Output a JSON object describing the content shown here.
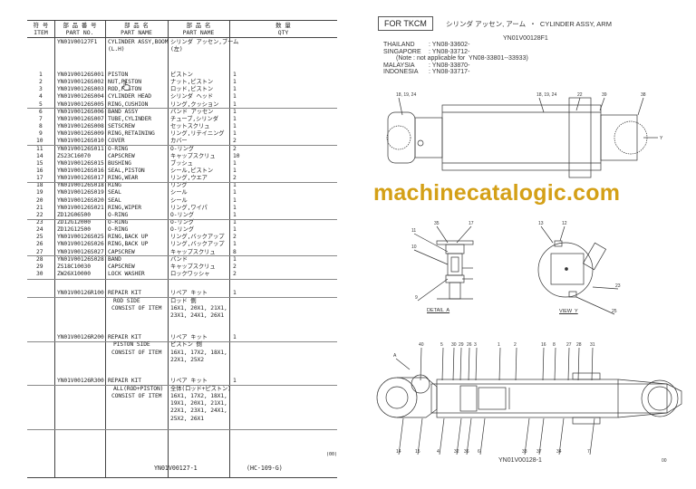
{
  "left_page": {
    "headers": {
      "item_jp": "符 号",
      "item": "ITEM",
      "part_no_jp": "部 品 番 号",
      "part_no": "PART NO.",
      "name_jp": "部 品 名",
      "name": "PART NAME",
      "name2_jp": "部 品 名",
      "name2": "PART NAME",
      "qty_jp": "数 量",
      "qty": "QTY"
    },
    "assembly": {
      "part_no": "YN01V00127F1",
      "name": "CYLINDER ASSY,BOOM",
      "name_sub": "(L.H)",
      "jp": "シリンダ アッセン,ブーム",
      "jp_sub": "(左)"
    },
    "parts": [
      {
        "item": "1",
        "part_no": "YN01V00126S001",
        "name": "PISTON",
        "jp": "ピストン",
        "qty": "1"
      },
      {
        "item": "2",
        "part_no": "YN01V00126S002",
        "name": "NUT,PISTON",
        "jp": "ナット,ピストン",
        "qty": "1"
      },
      {
        "item": "3",
        "part_no": "YN01V00126S003",
        "name": "ROD,PISTON",
        "jp": "ロッド,ピストン",
        "qty": "1"
      },
      {
        "item": "4",
        "part_no": "YN01V00126S004",
        "name": "CYLINDER HEAD",
        "jp": "シリンダ ヘッド",
        "qty": "1"
      },
      {
        "item": "5",
        "part_no": "YN01V00126S005",
        "name": "RING,CUSHION",
        "jp": "リング,クッション",
        "qty": "1"
      },
      {
        "item": "6",
        "part_no": "YN01V00126S006",
        "name": "BAND ASSY",
        "jp": "バンド アッセン",
        "qty": "1"
      },
      {
        "item": "7",
        "part_no": "YN01V00126S007",
        "name": "TUBE,CYLINDER",
        "jp": "チューブ,シリンダ",
        "qty": "1"
      },
      {
        "item": "8",
        "part_no": "YN01V00126S008",
        "name": "SETSCREW",
        "jp": "セットスクリュ",
        "qty": "1"
      },
      {
        "item": "9",
        "part_no": "YN01V00126S009",
        "name": "RING,RETAINING",
        "jp": "リング,リテイニング",
        "qty": "1"
      },
      {
        "item": "10",
        "part_no": "YN01V00126S010",
        "name": "COVER",
        "jp": "カバー",
        "qty": "2"
      },
      {
        "item": "11",
        "part_no": "YN01V00126S011",
        "name": "O-RING",
        "jp": "O-リング",
        "qty": "2"
      },
      {
        "item": "14",
        "part_no": "ZS23C16070",
        "name": "CAPSCREW",
        "jp": "キャップスクリュ",
        "qty": "10"
      },
      {
        "item": "15",
        "part_no": "YN01V00126S015",
        "name": "BUSHING",
        "jp": "ブッシュ",
        "qty": "1"
      },
      {
        "item": "16",
        "part_no": "YN01V00126S016",
        "name": "SEAL,PISTON",
        "jp": "シール,ピストン",
        "qty": "1"
      },
      {
        "item": "17",
        "part_no": "YN01V00126S017",
        "name": "RING,WEAR",
        "jp": "リング,ウエア",
        "qty": "2"
      },
      {
        "item": "18",
        "part_no": "YN01V00126S018",
        "name": "RING",
        "jp": "リング",
        "qty": "1"
      },
      {
        "item": "19",
        "part_no": "YN01V00126S019",
        "name": "SEAL",
        "jp": "シール",
        "qty": "1"
      },
      {
        "item": "20",
        "part_no": "YN01V00126S020",
        "name": "SEAL",
        "jp": "シール",
        "qty": "1"
      },
      {
        "item": "21",
        "part_no": "YN01V00126S021",
        "name": "RING,WIPER",
        "jp": "リング,ワイパ",
        "qty": "1"
      },
      {
        "item": "22",
        "part_no": "ZD12G06500",
        "name": "O-RING",
        "jp": "O-リング",
        "qty": "1"
      },
      {
        "item": "23",
        "part_no": "ZD12G12000",
        "name": "O-RING",
        "jp": "O-リング",
        "qty": "1"
      },
      {
        "item": "24",
        "part_no": "ZD12G12500",
        "name": "O-RING",
        "jp": "O-リング",
        "qty": "1"
      },
      {
        "item": "25",
        "part_no": "YN01V00126S025",
        "name": "RING,BACK UP",
        "jp": "リング,バックアップ",
        "qty": "2"
      },
      {
        "item": "26",
        "part_no": "YN01V00126S026",
        "name": "RING,BACK UP",
        "jp": "リング,バックアップ",
        "qty": "1"
      },
      {
        "item": "27",
        "part_no": "YN01V00126S027",
        "name": "CAPSCREW",
        "jp": "キャップスクリュ",
        "qty": "8"
      },
      {
        "item": "28",
        "part_no": "YN01V00126S028",
        "name": "BAND",
        "jp": "バンド",
        "qty": "1"
      },
      {
        "item": "29",
        "part_no": "ZS18C10030",
        "name": "CAPSCREW",
        "jp": "キャップスクリュ",
        "qty": "2"
      },
      {
        "item": "30",
        "part_no": "ZW26X10000",
        "name": "LOCK WASHER",
        "jp": "ロックワッシャ",
        "qty": "2"
      }
    ],
    "repair_kits": [
      {
        "part_no": "YN01V00126R100",
        "name": "REPAIR KIT",
        "sub": "ROD SIDE",
        "consist": "CONSIST OF ITEM",
        "jp": "リペア キット",
        "jp_sub": "ロッド 側",
        "items": [
          "16X1, 20X1, 21X1,",
          "23X1, 24X1, 26X1"
        ],
        "qty": "1"
      },
      {
        "part_no": "YN01V00126R200",
        "name": "REPAIR KIT",
        "sub": "PISTON SIDE",
        "consist": "CONSIST OF ITEM",
        "jp": "リペア キット",
        "jp_sub": "ピストン 側",
        "items": [
          "16X1, 17X2, 18X1,",
          "22X1, 25X2"
        ],
        "qty": "1"
      },
      {
        "part_no": "YN01V00126R300",
        "name": "REPAIR KIT",
        "sub": "ALL(ROD+PISTON)",
        "consist": "CONSIST OF ITEM",
        "jp": "リペア キット",
        "jp_sub": "全体(ロッド+ピストン)",
        "items": [
          "16X1, 17X2, 18X1,",
          "19X1, 20X1, 21X1,",
          "22X1, 23X1, 24X1,",
          "25X2, 26X1"
        ],
        "qty": "1"
      }
    ],
    "footer": {
      "page_code": "YN01V00127-1",
      "ref": "(HC-109-G)",
      "rev": "(00)"
    }
  },
  "right_page": {
    "for_label": "FOR  TKCM",
    "title": "シリンダ アッセン, アーム  ・  CYLINDER ASSY, ARM",
    "assy_no": "YN01V00128F1",
    "serials": [
      {
        "country": "THAILAND",
        "value": ": YN08-33602-"
      },
      {
        "country": "SINGAPORE",
        "value": ": YN08-33712-"
      },
      {
        "country": "",
        "value": "(Note : not applicable for  YN08-33801--33933)"
      },
      {
        "country": "MALAYSIA",
        "value": ": YN08-33870-"
      },
      {
        "country": "INDONESIA",
        "value": ": YN08-33717-"
      }
    ],
    "detail_label": "DETAIL  A",
    "view_label": "VIEW  Y",
    "callouts": {
      "top": [
        "18, 19, 24",
        "18, 19, 24",
        "22",
        "39",
        "38",
        "Y"
      ],
      "detail": [
        "35",
        "17",
        "11",
        "10",
        "9"
      ],
      "view": [
        "13",
        "12",
        "23",
        "25"
      ],
      "bottom_top": [
        "A",
        "40",
        "5",
        "30",
        "29",
        "26",
        "3",
        "1",
        "2",
        "16",
        "8",
        "27",
        "28",
        "31"
      ],
      "bottom_bot": [
        "14",
        "15",
        "4",
        "32",
        "36",
        "6",
        "33",
        "37",
        "34",
        "7"
      ]
    },
    "footer": {
      "page_code": "YN01V00128-1",
      "rev": "00"
    }
  },
  "watermark": "machinecatalogic.com"
}
